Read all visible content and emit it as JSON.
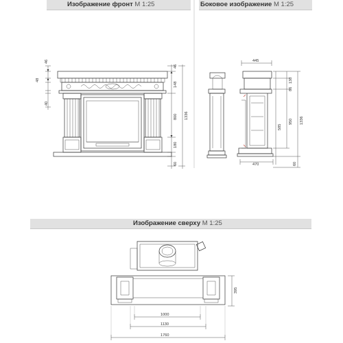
{
  "headers": {
    "front_title": "Изображение фронт",
    "front_scale": "М 1:25",
    "side_title": "Боковое изображение",
    "side_scale": "М 1:25",
    "top_title": "Изображение сверху",
    "top_scale": "М 1:25"
  },
  "dimensions": {
    "front": {
      "d46": "46",
      "d48": "48",
      "d40": "40",
      "d46r": "46",
      "d148": "148",
      "d800": "800",
      "d1336": "1336",
      "d180": "180",
      "d60": "60"
    },
    "side": {
      "d445": "445",
      "d138": "138",
      "d86": "86",
      "d585": "585",
      "d950": "950",
      "d1336": "1336",
      "d470": "470",
      "d60": "60"
    },
    "top": {
      "d395": "395",
      "d1000": "1000",
      "d1130": "1130",
      "d1760": "1760"
    }
  }
}
